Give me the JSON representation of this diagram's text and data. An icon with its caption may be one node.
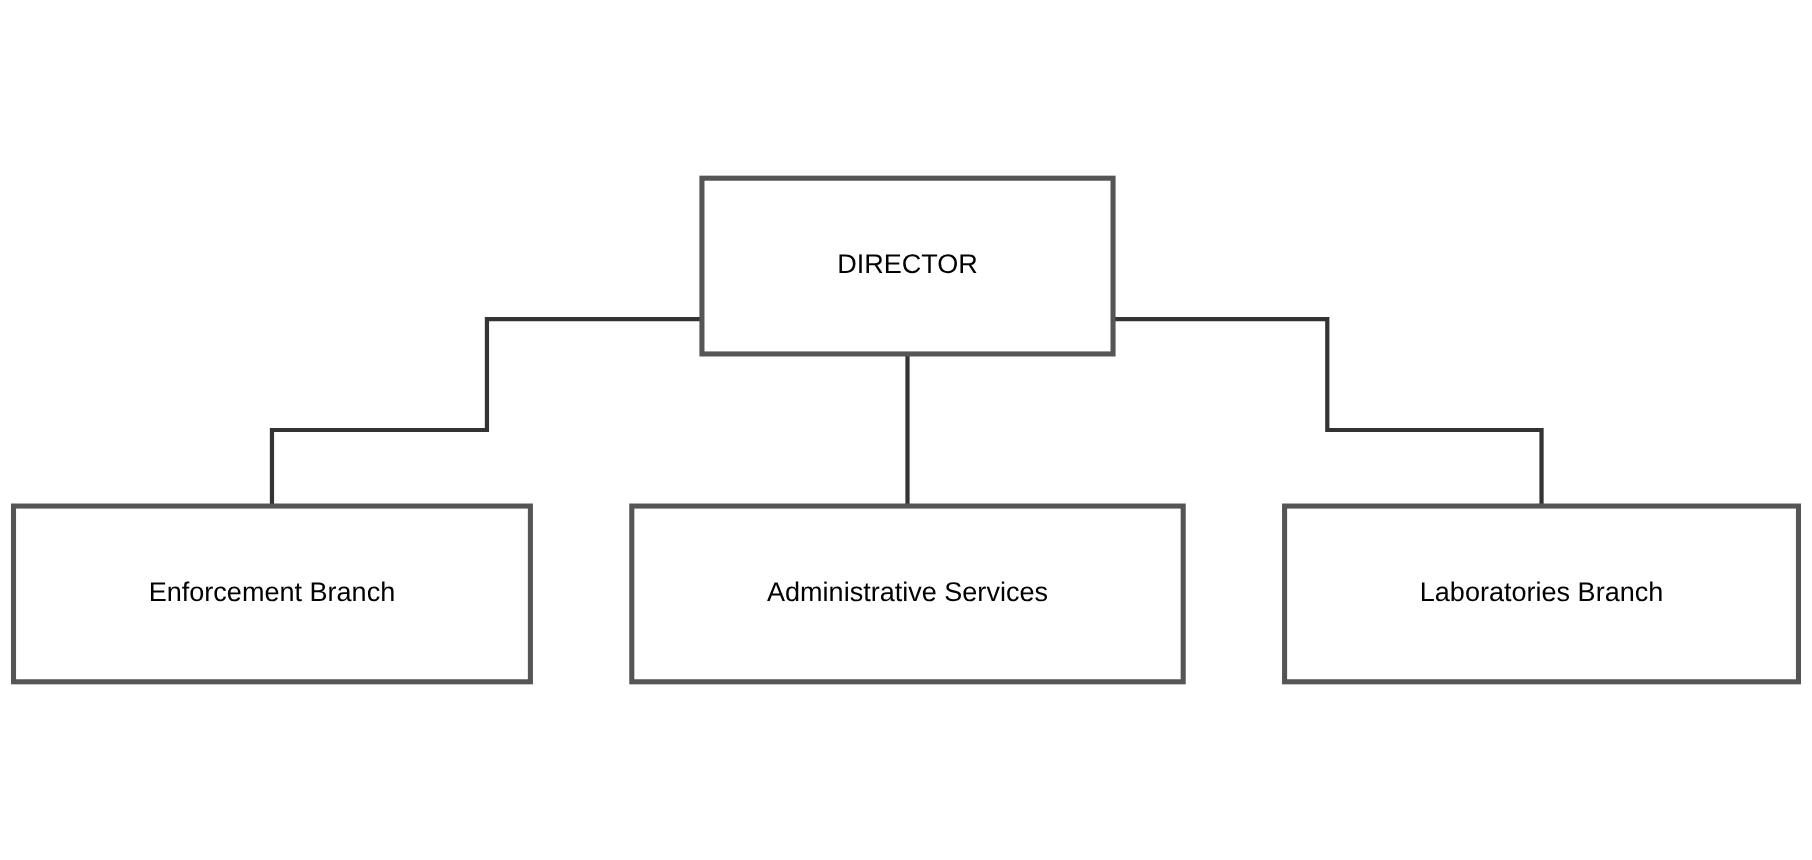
{
  "diagram": {
    "nodes": [
      {
        "text": [
          "DIRECTOR"
        ]
      },
      {
        "text": [
          "Enforcement Branch"
        ]
      },
      {
        "text": [
          "Administrative Services"
        ]
      },
      {
        "text": [
          "Laboratories Branch"
        ]
      }
    ],
    "edges": [
      {
        "from": 0,
        "to": 1,
        "arrow": "none"
      },
      {
        "from": 0,
        "to": 2,
        "arrow": "none"
      },
      {
        "from": 0,
        "to": 3,
        "arrow": "none"
      }
    ]
  }
}
